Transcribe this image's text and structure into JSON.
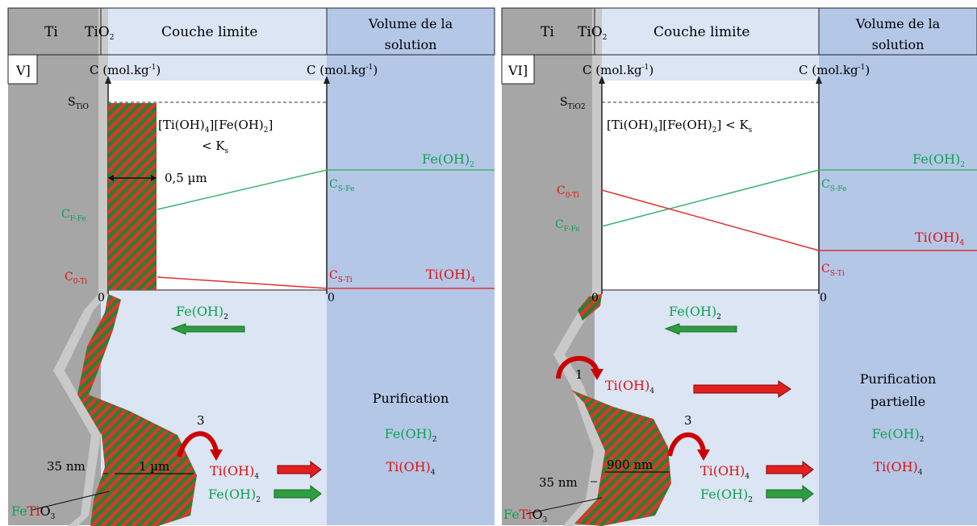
{
  "colors": {
    "metal": "#a6a6a6",
    "oxide": "#c9c9c9",
    "boundary": "#dbe5f3",
    "solution": "#b4c7e7",
    "hatch_red": "#d83a2a",
    "hatch_green": "#2e7d32",
    "fe_line": "#3cb371",
    "ti_line": "#e03030",
    "fe_text": "#10a050",
    "ti_text": "#e01010"
  },
  "panels": [
    {
      "label": "V]",
      "header": {
        "ti": "Ti",
        "tio2": "TiO",
        "tio2_sub": "2",
        "boundary": "Couche limite",
        "volume_line1": "Volume de la",
        "volume_line2": "solution"
      },
      "axis_c": "C",
      "axis_unit": "(mol.kg",
      "axis_unit_sup": "-1",
      "axis_unit_close": ")",
      "s_label": "S",
      "s_sub": "TiO",
      "ksp_line1": "[Ti(OH)",
      "ksp_line2": "< K",
      "ksp_sub": "s",
      "fe_oh2": "Fe(OH)",
      "ti_oh4": "Ti(OH)",
      "sub2": "2",
      "sub4": "4",
      "c_s_fe": "C",
      "c_s_fe_sub": "S-Fe",
      "c_f_fe": "C",
      "c_f_fe_sub": "F-Fe",
      "c_0_ti": "C",
      "c_0_ti_sub": "0-Ti",
      "c_s_ti": "C",
      "c_s_ti_sub": "S-Ti",
      "zero": "0",
      "thickness": "0,5 µm",
      "purification_line1": "Purification",
      "purification_line2": "",
      "step1": "",
      "step3": "3",
      "nm_label": "35 nm",
      "width_label": "1 µm",
      "fetio3_fe": "Fe",
      "fetio3_ti": "Ti",
      "fetio3_o": "O",
      "fetio3_sub": "3"
    },
    {
      "label": "VI]",
      "header": {
        "ti": "Ti",
        "tio2": "TiO",
        "tio2_sub": "2",
        "boundary": "Couche limite",
        "volume_line1": "Volume de la",
        "volume_line2": "solution"
      },
      "axis_c": "C",
      "axis_unit": "(mol.kg",
      "axis_unit_sup": "-1",
      "axis_unit_close": ")",
      "s_label": "S",
      "s_sub": "TiO",
      "ksp_line1": "[Ti(OH)",
      "ksp_line2": "< K",
      "ksp_sub": "s",
      "fe_oh2": "Fe(OH)",
      "ti_oh4": "Ti(OH)",
      "sub2": "2",
      "sub4": "4",
      "c_s_fe": "C",
      "c_s_fe_sub": "S-Fe",
      "c_f_fe": "C",
      "c_f_fe_sub": "F-Fe",
      "c_0_ti": "C",
      "c_0_ti_sub": "0-Ti",
      "c_s_ti": "C",
      "c_s_ti_sub": "S-Ti",
      "zero": "0",
      "thickness": "",
      "purification_line1": "Purification",
      "purification_line2": "partielle",
      "step1": "1",
      "step3": "3",
      "nm_label": "35 nm",
      "width_label": "900 nm",
      "fetio3_fe": "Fe",
      "fetio3_ti": "Ti",
      "fetio3_o": "O",
      "fetio3_sub": "3"
    }
  ]
}
